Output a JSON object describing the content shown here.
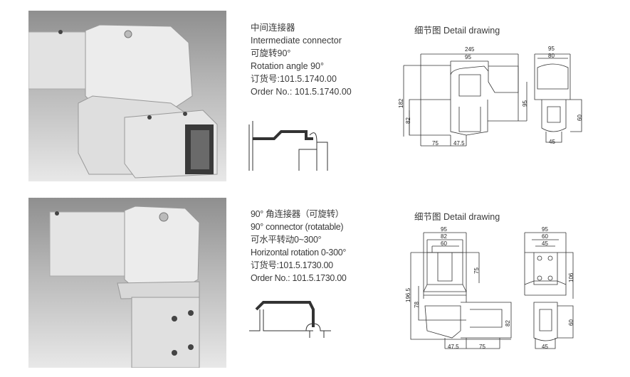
{
  "products": [
    {
      "name_cn": "中间连接器",
      "name_en": "Intermediate connector",
      "rotation_cn": "可旋转90°",
      "rotation_en": "Rotation angle 90°",
      "order_cn": "订货号:101.5.1740.00",
      "order_en": "Order No.: 101.5.1740.00",
      "detail_title": "细节图 Detail drawing",
      "dims": {
        "overall_width": "245",
        "top_width": "95",
        "height": "182",
        "left_height": "82",
        "offset": "95",
        "left_len": "75",
        "mid": "47.5",
        "side_width": "95",
        "side_inner": "80",
        "side_height": "60",
        "side_bottom": "45"
      }
    },
    {
      "name_cn": "90° 角连接器（可旋转）",
      "name_en": "90°  connector (rotatable)",
      "rotation_cn": "可水平转动0~300°",
      "rotation_en": "Horizontal rotation 0-300°",
      "order_cn": "订货号:101.5.1730.00",
      "order_en": "Order No.: 101.5.1730.00",
      "detail_title": "细节图 Detail drawing",
      "dims": {
        "w95": "95",
        "w82": "82",
        "w60": "60",
        "h75": "75",
        "height": "196.5",
        "h78": "78",
        "h82": "82",
        "b47": "47.5",
        "b75": "75",
        "side_w95": "95",
        "side_w60": "60",
        "side_w45": "45",
        "side_h106": "106",
        "side_h60": "60",
        "side_b45": "45"
      }
    }
  ]
}
